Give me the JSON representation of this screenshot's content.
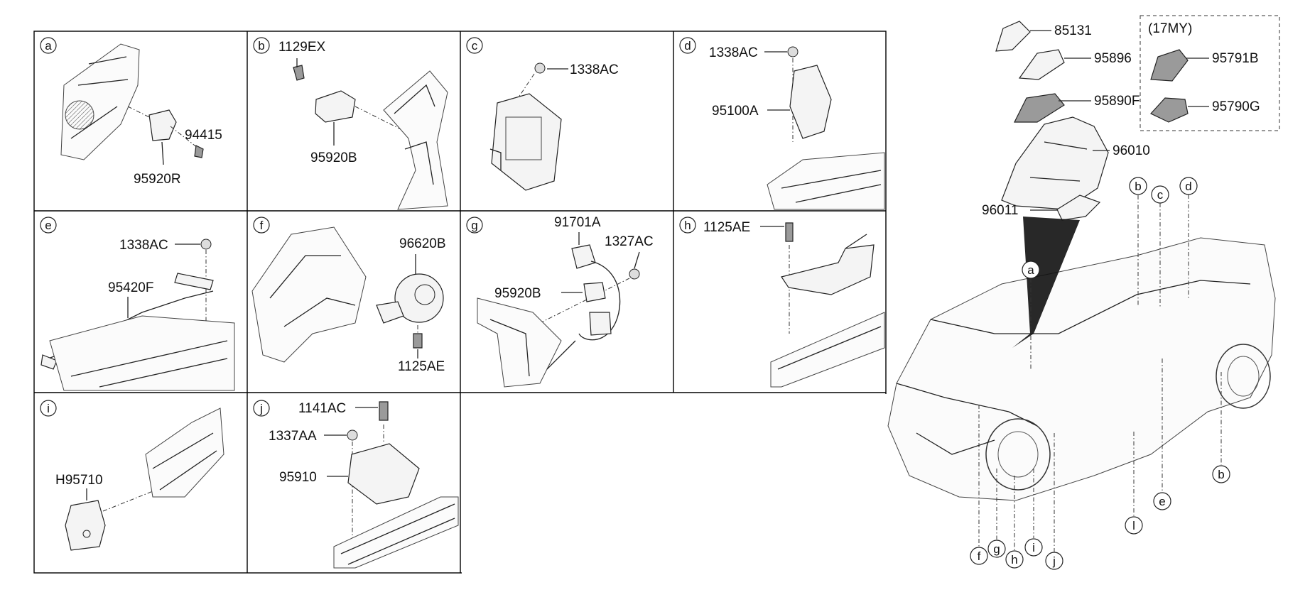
{
  "panels": [
    {
      "letter": "a",
      "parts": [
        "94415",
        "95920R"
      ]
    },
    {
      "letter": "b",
      "parts": [
        "1129EX",
        "95920B"
      ]
    },
    {
      "letter": "c",
      "parts": [
        "1338AC"
      ]
    },
    {
      "letter": "d",
      "parts": [
        "1338AC",
        "95100A"
      ]
    },
    {
      "letter": "e",
      "parts": [
        "1338AC",
        "95420F"
      ]
    },
    {
      "letter": "f",
      "parts": [
        "96620B",
        "1125AE"
      ]
    },
    {
      "letter": "g",
      "parts": [
        "91701A",
        "1327AC",
        "95920B"
      ]
    },
    {
      "letter": "h",
      "parts": [
        "1125AE"
      ]
    },
    {
      "letter": "i",
      "parts": [
        "H95710"
      ]
    },
    {
      "letter": "j",
      "parts": [
        "1141AC",
        "1337AA",
        "95910"
      ]
    }
  ],
  "mirror_parts": {
    "top": [
      "85131",
      "95896",
      "95890F",
      "96010",
      "96011"
    ],
    "variant_label": "(17MY)",
    "variant": [
      "95791B",
      "95790G"
    ]
  },
  "vehicle_callouts": [
    "a",
    "b",
    "c",
    "d",
    "b",
    "e",
    "l",
    "f",
    "g",
    "h",
    "i",
    "j"
  ]
}
